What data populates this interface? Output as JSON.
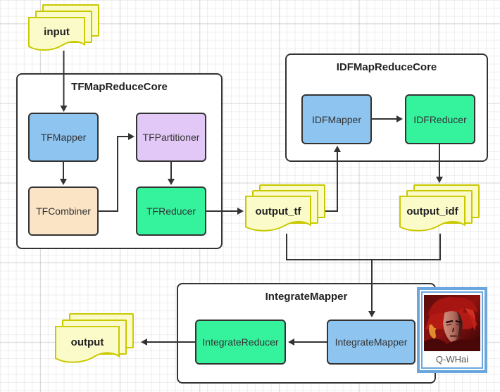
{
  "diagram": {
    "containers": {
      "tf": {
        "title": "TFMapReduceCore"
      },
      "idf": {
        "title": "IDFMapReduceCore"
      },
      "integrate": {
        "title": "IntegrateMapper"
      }
    },
    "nodes": {
      "tf_mapper": {
        "label": "TFMapper",
        "color": "#8EC4F0"
      },
      "tf_partitioner": {
        "label": "TFPartitioner",
        "color": "#E2C8F6"
      },
      "tf_combiner": {
        "label": "TFCombiner",
        "color": "#FBE3C6"
      },
      "tf_reducer": {
        "label": "TFReducer",
        "color": "#35F29D"
      },
      "idf_mapper": {
        "label": "IDFMapper",
        "color": "#8EC4F0"
      },
      "idf_reducer": {
        "label": "IDFReducer",
        "color": "#35F29D"
      },
      "integrate_reducer": {
        "label": "IntegrateReducer",
        "color": "#35F29D"
      },
      "integrate_mapper": {
        "label": "IntegrateMapper",
        "color": "#8EC4F0"
      }
    },
    "documents": {
      "input": {
        "label": "input"
      },
      "output_tf": {
        "label": "output_tf"
      },
      "output_idf": {
        "label": "output_idf"
      },
      "output": {
        "label": "output"
      }
    },
    "watermark": {
      "label": "Q-WHai"
    },
    "colors": {
      "doc_fill": "#FBFBC9",
      "doc_border": "#C9C900",
      "connector": "#333333",
      "node_border": "#333333",
      "watermark_frame": "#6BA7DE"
    }
  }
}
